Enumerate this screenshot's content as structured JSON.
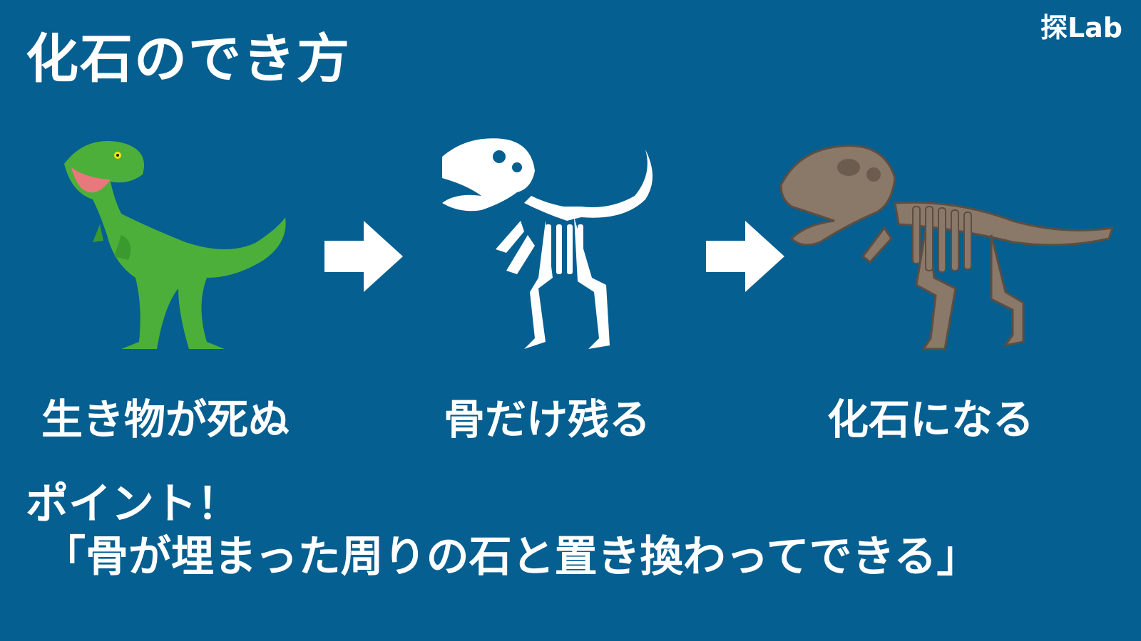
{
  "header": {
    "title": "化石のでき方",
    "brand": "探Lab"
  },
  "stages": [
    {
      "icon": "green-dinosaur-icon",
      "caption": "生き物が死ぬ",
      "color": "#4caf3a"
    },
    {
      "icon": "white-skeleton-icon",
      "caption": "骨だけ残る",
      "color": "#ffffff"
    },
    {
      "icon": "fossil-skeleton-icon",
      "caption": "化石になる",
      "color": "#8a7868"
    }
  ],
  "arrows": [
    "right-arrow-icon",
    "right-arrow-icon"
  ],
  "point": {
    "heading": "ポイント！",
    "body": "「骨が埋まった周りの石と置き換わってできる」"
  },
  "colors": {
    "background": "#055f90",
    "text": "#ffffff"
  }
}
